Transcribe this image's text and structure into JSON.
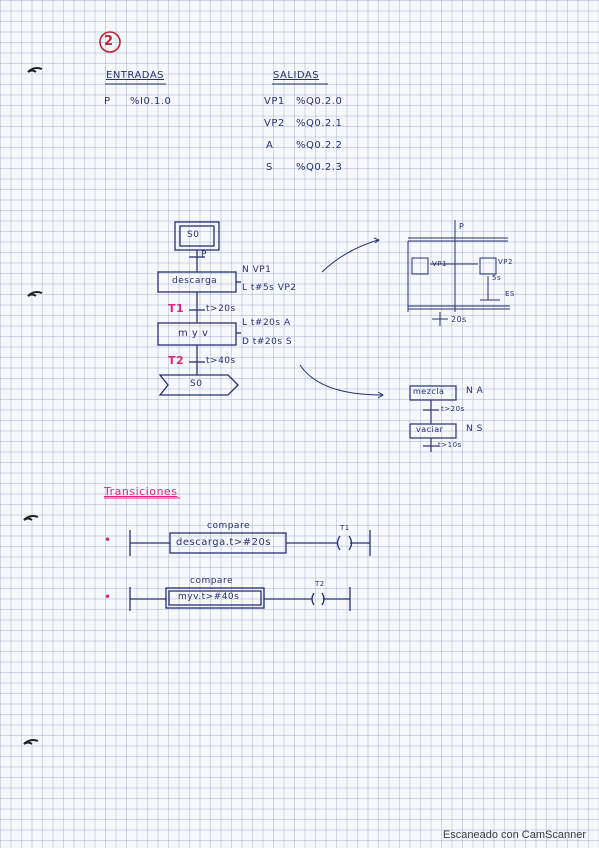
{
  "page_number": "2",
  "entradas": {
    "heading": "ENTRADAS",
    "rows": [
      {
        "name": "P",
        "addr": "%I0.1.0"
      }
    ]
  },
  "salidas": {
    "heading": "SALIDAS",
    "rows": [
      {
        "name": "VP1",
        "addr": "%Q0.2.0"
      },
      {
        "name": "VP2",
        "addr": "%Q0.2.1"
      },
      {
        "name": "A",
        "addr": "%Q0.2.2"
      },
      {
        "name": "S",
        "addr": "%Q0.2.3"
      }
    ]
  },
  "grafcet": {
    "initial_step": "S0",
    "t_p": "P",
    "step1": {
      "label": "descarga",
      "action1": "N  VP1",
      "action2": "L    t#5s    VP2"
    },
    "t1": {
      "name": "T1",
      "cond": "t>20s"
    },
    "step2": {
      "label": "m y v",
      "action1": "L  t#20s  A",
      "action2": "D  t#20s  S"
    },
    "t2": {
      "name": "T2",
      "cond": "t>40s"
    },
    "jump": "S0"
  },
  "timing": {
    "p_label": "P",
    "vp1": "VP1",
    "vp2": "VP2",
    "five_s": "5s",
    "es": "ES",
    "twenty_s": "20s"
  },
  "detail": {
    "mezcla": "mezcla",
    "mezcla_action": "N  A",
    "cond1": "t>20s",
    "vaciar": "vaciar",
    "vaciar_action": "N  S",
    "cond2": "t>10s"
  },
  "transiciones": {
    "heading": "Transiciones",
    "rung1": {
      "title": "compare",
      "expr": "descarga.t>#20s",
      "coil": "T1"
    },
    "rung2": {
      "title": "compare",
      "expr": "myv.t>#40s",
      "coil": "T2"
    },
    "bullet": "•"
  },
  "footer": "Escaneado con CamScanner"
}
